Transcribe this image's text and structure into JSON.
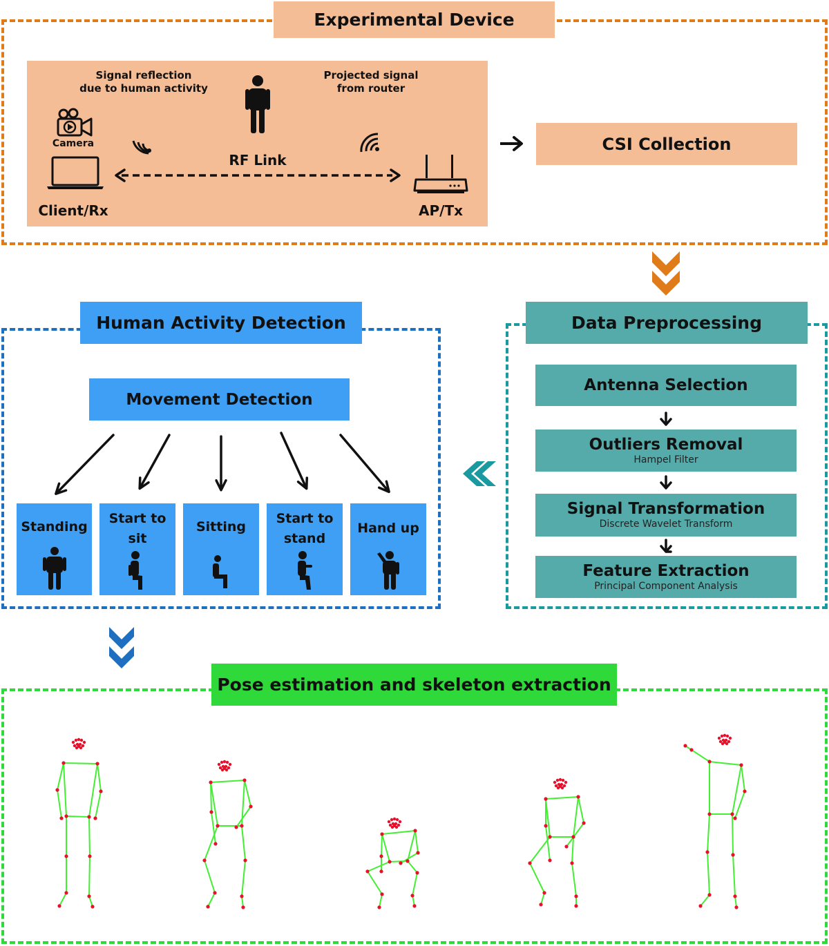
{
  "experimental_device": {
    "title": "Experimental Device",
    "signal_reflection": "Signal reflection\ndue to human activity",
    "projected_signal": "Projected signal\nfrom router",
    "camera_label": "Camera",
    "rf_link_label": "RF Link",
    "client_label": "Client/Rx",
    "ap_label": "AP/Tx",
    "colors": {
      "border": "#e07b1a",
      "fill": "#f5bd96"
    }
  },
  "csi_collection": {
    "label": "CSI Collection"
  },
  "data_preprocessing": {
    "title": "Data Preprocessing",
    "steps": [
      {
        "label": "Antenna Selection",
        "sub": ""
      },
      {
        "label": "Outliers Removal",
        "sub": "Hampel Filter"
      },
      {
        "label": "Signal Transformation",
        "sub": "Discrete Wavelet Transform"
      },
      {
        "label": "Feature Extraction",
        "sub": "Principal Component Analysis"
      }
    ],
    "colors": {
      "border": "#1a9aa0",
      "fill": "#55aaaa"
    }
  },
  "human_activity_detection": {
    "title": "Human Activity Detection",
    "movement_detection": "Movement Detection",
    "activities": [
      {
        "label": "Standing",
        "icon": "person-standing-icon"
      },
      {
        "label": "Start to\nsit",
        "icon": "person-start-to-sit-icon"
      },
      {
        "label": "Sitting",
        "icon": "person-sitting-icon"
      },
      {
        "label": "Start to\nstand",
        "icon": "person-start-to-stand-icon"
      },
      {
        "label": "Hand up",
        "icon": "person-hand-up-icon"
      }
    ],
    "colors": {
      "border": "#1f6fc0",
      "fill": "#3f9ff4"
    }
  },
  "pose_estimation": {
    "title": "Pose estimation and skeleton extraction",
    "skeletons": [
      "skeleton-standing",
      "skeleton-start-to-sit",
      "skeleton-sitting",
      "skeleton-start-to-stand",
      "skeleton-hand-up"
    ],
    "colors": {
      "border": "#2fd93a",
      "fill": "#2fd93a",
      "bones": "#44ee33",
      "joints": "#e8102a"
    }
  }
}
